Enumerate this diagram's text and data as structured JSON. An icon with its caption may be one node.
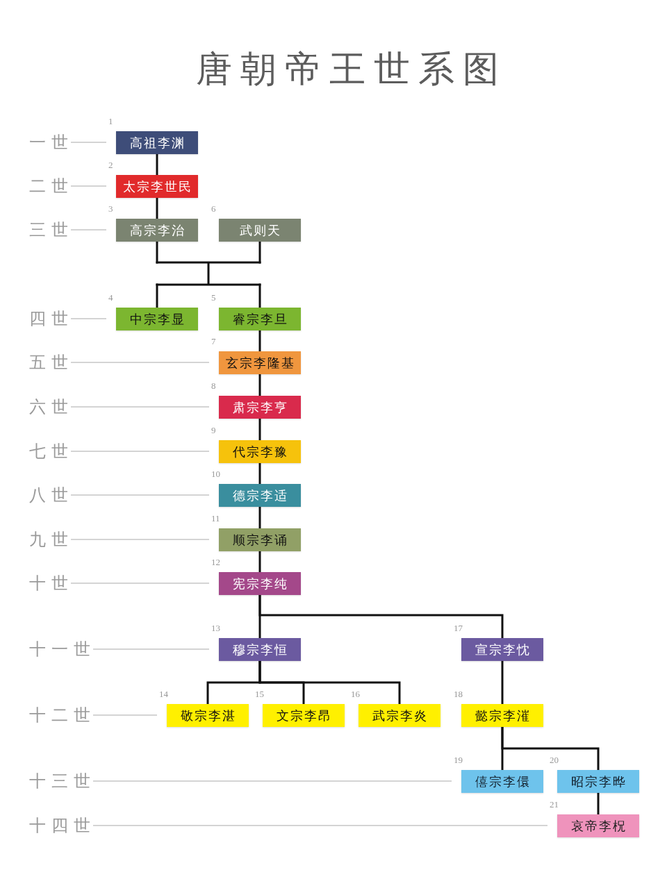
{
  "diagram": {
    "title": "唐朝帝王世系图",
    "nodes": [
      {
        "text": [
          "高祖李渊"
        ],
        "beside": [
          "1"
        ]
      },
      {
        "text": [
          "太宗李世民"
        ],
        "beside": [
          "2"
        ]
      },
      {
        "text": [
          "高宗李治"
        ],
        "beside": [
          "3"
        ]
      },
      {
        "text": [
          "武则天"
        ],
        "beside": [
          "6"
        ]
      },
      {
        "text": [
          "中宗李显"
        ],
        "beside": [
          "4"
        ]
      },
      {
        "text": [
          "睿宗李旦"
        ],
        "beside": [
          "5"
        ]
      },
      {
        "text": [
          "玄宗李隆基"
        ],
        "beside": [
          "7"
        ]
      },
      {
        "text": [
          "肃宗李亨"
        ],
        "beside": [
          "8"
        ]
      },
      {
        "text": [
          "代宗李豫"
        ],
        "beside": [
          "9"
        ]
      },
      {
        "text": [
          "德宗李适"
        ],
        "beside": [
          "10"
        ]
      },
      {
        "text": [
          "顺宗李诵"
        ],
        "beside": [
          "11"
        ]
      },
      {
        "text": [
          "宪宗李纯"
        ],
        "beside": [
          "12"
        ]
      },
      {
        "text": [
          "穆宗李恒"
        ],
        "beside": [
          "13"
        ]
      },
      {
        "text": [
          "宣宗李忱"
        ],
        "beside": [
          "17"
        ]
      },
      {
        "text": [
          "敬宗李湛"
        ],
        "beside": [
          "14"
        ]
      },
      {
        "text": [
          "文宗李昂"
        ],
        "beside": [
          "15"
        ]
      },
      {
        "text": [
          "武宗李炎"
        ],
        "beside": [
          "16"
        ]
      },
      {
        "text": [
          "懿宗李漼"
        ],
        "beside": [
          "18"
        ]
      },
      {
        "text": [
          "僖宗李儇"
        ],
        "beside": [
          "19"
        ]
      },
      {
        "text": [
          "昭宗李晔"
        ],
        "beside": [
          "20"
        ]
      },
      {
        "text": [
          "哀帝李柷"
        ],
        "beside": [
          "21"
        ]
      }
    ],
    "edges": [
      {
        "from": 0,
        "to": 1,
        "arrow": "none"
      },
      {
        "from": 1,
        "to": 2,
        "arrow": "none"
      },
      {
        "from": 2,
        "to": 4,
        "arrow": "none"
      },
      {
        "from": 2,
        "to": 5,
        "arrow": "none"
      },
      {
        "from": 3,
        "to": 4,
        "arrow": "none"
      },
      {
        "from": 3,
        "to": 5,
        "arrow": "none"
      },
      {
        "from": 5,
        "to": 6,
        "arrow": "none"
      },
      {
        "from": 6,
        "to": 7,
        "arrow": "none"
      },
      {
        "from": 7,
        "to": 8,
        "arrow": "none"
      },
      {
        "from": 8,
        "to": 9,
        "arrow": "none"
      },
      {
        "from": 9,
        "to": 10,
        "arrow": "none"
      },
      {
        "from": 10,
        "to": 11,
        "arrow": "none"
      },
      {
        "from": 11,
        "to": 12,
        "arrow": "none"
      },
      {
        "from": 11,
        "to": 13,
        "arrow": "none"
      },
      {
        "from": 12,
        "to": 14,
        "arrow": "none"
      },
      {
        "from": 12,
        "to": 15,
        "arrow": "none"
      },
      {
        "from": 12,
        "to": 16,
        "arrow": "none"
      },
      {
        "from": 13,
        "to": 17,
        "arrow": "none"
      },
      {
        "from": 17,
        "to": 18,
        "arrow": "none"
      },
      {
        "from": 17,
        "to": 19,
        "arrow": "none"
      },
      {
        "from": 19,
        "to": 20,
        "arrow": "none"
      }
    ],
    "labels": [
      "一世",
      "二世",
      "三世",
      "四世",
      "五世",
      "六世",
      "七世",
      "八世",
      "九世",
      "十世",
      "十一世",
      "十二世",
      "十三世",
      "十四世"
    ]
  }
}
